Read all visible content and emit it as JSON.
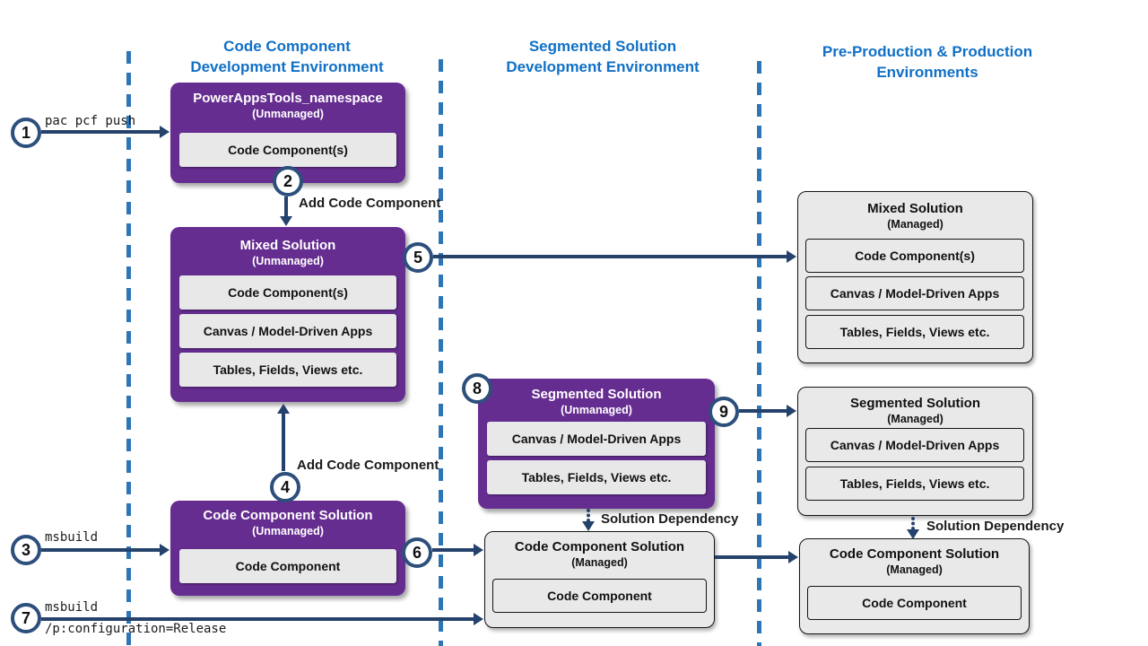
{
  "colors": {
    "purple": "#662D91",
    "header_blue": "#1070C6",
    "dashed_line_blue": "#2E75B6",
    "arrow_navy": "#24426B",
    "managed_gray": "#E9E9E9"
  },
  "column_headers": [
    {
      "text": "Code Component\nDevelopment Environment"
    },
    {
      "text": "Segmented Solution\nDevelopment Environment"
    },
    {
      "text": "Pre-Production & Production\nEnvironments"
    }
  ],
  "boxes": {
    "powerapps_tools": {
      "title": "PowerAppsTools_namespace",
      "subtitle": "(Unmanaged)",
      "items": [
        "Code Component(s)"
      ]
    },
    "mixed_unmanaged": {
      "title": "Mixed Solution",
      "subtitle": "(Unmanaged)",
      "items": [
        "Code Component(s)",
        "Canvas / Model-Driven Apps",
        "Tables, Fields, Views etc."
      ]
    },
    "code_component_unmanaged": {
      "title": "Code Component Solution",
      "subtitle": "(Unmanaged)",
      "items": [
        "Code Component"
      ]
    },
    "segmented_unmanaged": {
      "title": "Segmented Solution",
      "subtitle": "(Unmanaged)",
      "items": [
        "Canvas / Model-Driven Apps",
        "Tables, Fields, Views etc."
      ]
    },
    "mixed_managed": {
      "title": "Mixed Solution",
      "subtitle": "(Managed)",
      "items": [
        "Code Component(s)",
        "Canvas / Model-Driven Apps",
        "Tables, Fields, Views etc."
      ]
    },
    "segmented_managed": {
      "title": "Segmented Solution",
      "subtitle": "(Managed)",
      "items": [
        "Canvas / Model-Driven Apps",
        "Tables, Fields, Views etc."
      ]
    },
    "code_component_managed_mid": {
      "title": "Code Component Solution",
      "subtitle": "(Managed)",
      "items": [
        "Code Component"
      ]
    },
    "code_component_managed_right": {
      "title": "Code Component Solution",
      "subtitle": "(Managed)",
      "items": [
        "Code Component"
      ]
    }
  },
  "steps": [
    "1",
    "2",
    "3",
    "4",
    "5",
    "6",
    "7",
    "8",
    "9"
  ],
  "labels": {
    "pac_pcf_push": "pac pcf push",
    "msbuild": "msbuild",
    "msbuild_release_line1": "msbuild",
    "msbuild_release_line2": "/p:configuration=Release",
    "add_code_component_top": "Add Code Component",
    "add_code_component_bottom": "Add Code Component",
    "solution_dependency_mid": "Solution Dependency",
    "solution_dependency_right": "Solution Dependency"
  }
}
